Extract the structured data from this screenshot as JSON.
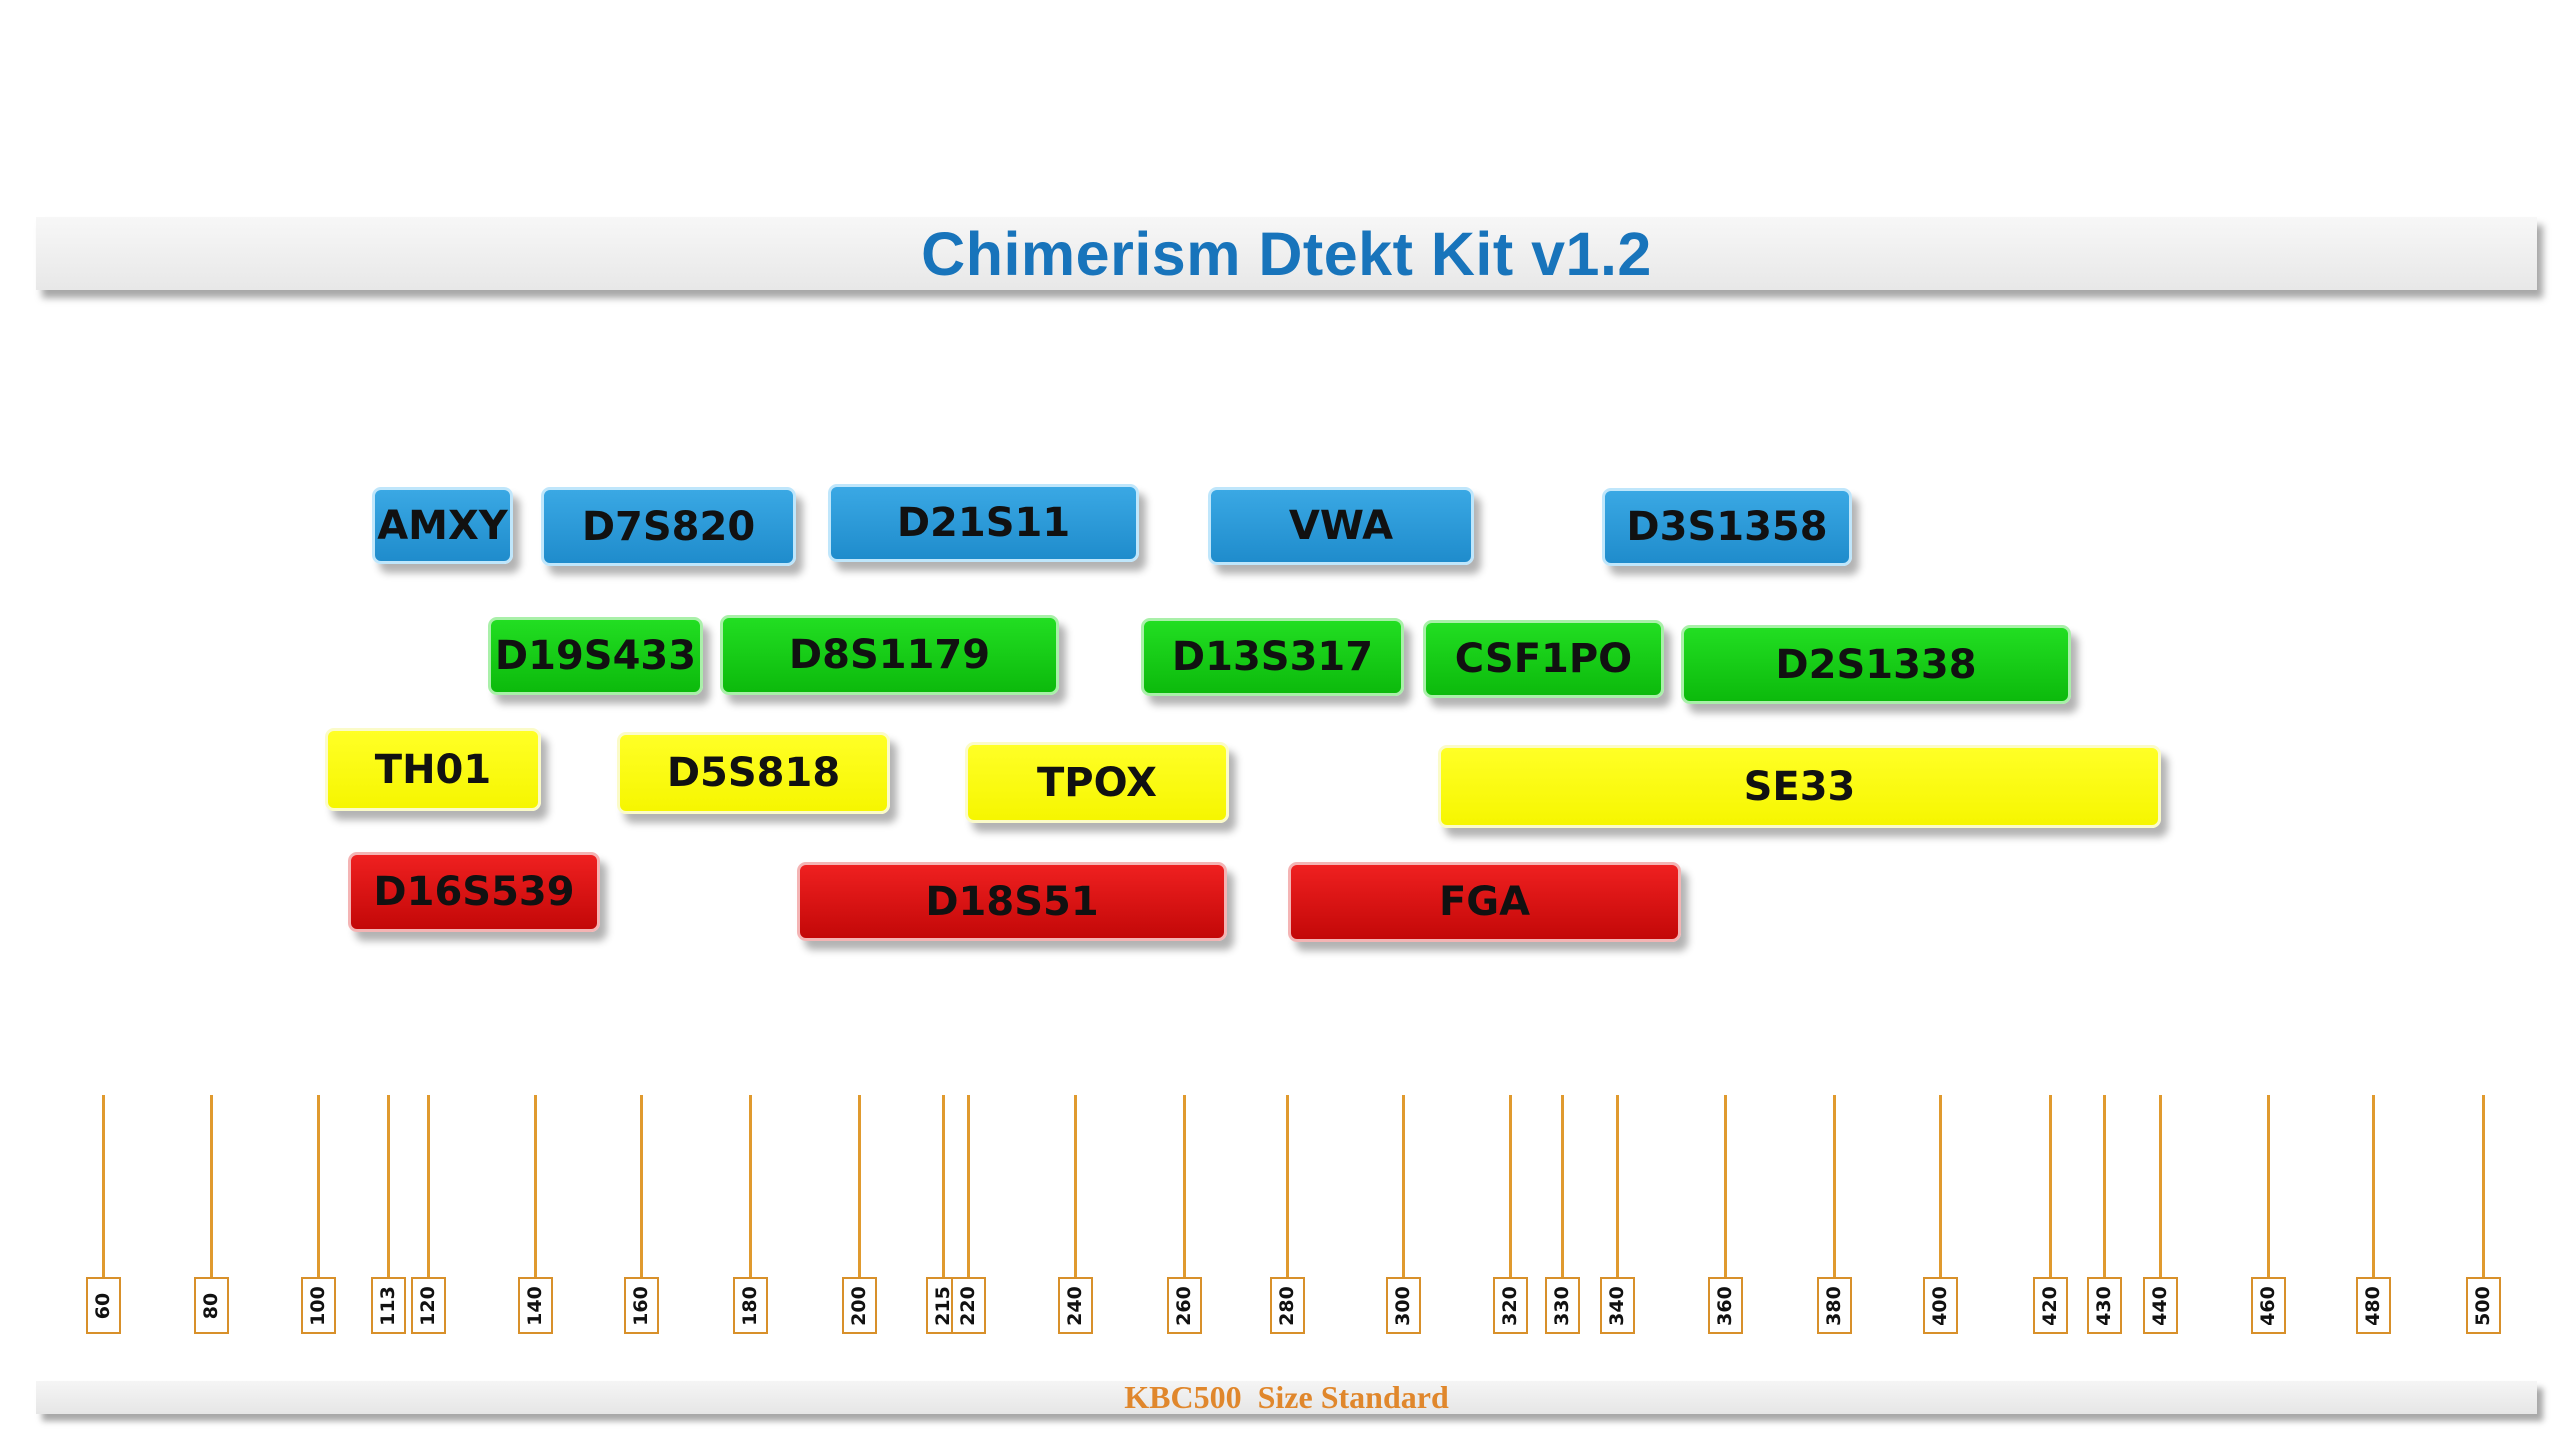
{
  "title": "Chimerism Dtekt Kit v1.2",
  "colors": {
    "title": "#1874bb",
    "blue": "#2a9ad8",
    "green": "#12cc12",
    "yellow": "#ffff00",
    "red": "#dd0d0d",
    "ladder": "#e09a2e",
    "footer_text": "#e0872c"
  },
  "rows": [
    {
      "color": "blue",
      "markers": [
        {
          "name": "AMXY"
        },
        {
          "name": "D7S820"
        },
        {
          "name": "D21S11"
        },
        {
          "name": "VWA"
        },
        {
          "name": "D3S1358"
        }
      ]
    },
    {
      "color": "green",
      "markers": [
        {
          "name": "D19S433"
        },
        {
          "name": "D8S1179"
        },
        {
          "name": "D13S317"
        },
        {
          "name": "CSF1PO"
        },
        {
          "name": "D2S1338"
        }
      ]
    },
    {
      "color": "yellow",
      "markers": [
        {
          "name": "TH01"
        },
        {
          "name": "D5S818"
        },
        {
          "name": "TPOX"
        },
        {
          "name": "SE33"
        }
      ]
    },
    {
      "color": "red",
      "markers": [
        {
          "name": "D16S539"
        },
        {
          "name": "D18S51"
        },
        {
          "name": "FGA"
        }
      ]
    }
  ],
  "size_standard": {
    "name": "KBC500  Size Standard",
    "sizes": [
      "60",
      "80",
      "100",
      "113",
      "120",
      "140",
      "160",
      "180",
      "200",
      "215",
      "220",
      "240",
      "260",
      "280",
      "300",
      "320",
      "330",
      "340",
      "360",
      "380",
      "400",
      "420",
      "430",
      "440",
      "460",
      "480",
      "500"
    ]
  }
}
